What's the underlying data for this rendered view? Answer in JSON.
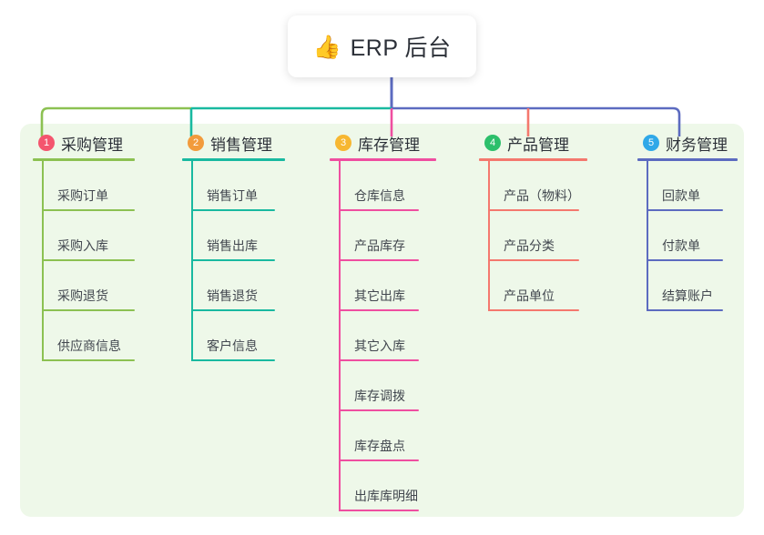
{
  "diagram": {
    "type": "mindmap",
    "root": {
      "icon": "thumbs-up-emoji",
      "icon_glyph": "👍",
      "title": "ERP 后台"
    },
    "canvas": {
      "background": "#ffffff",
      "panel_background": "#eef8e9"
    },
    "root_stem_color": "#5c6bc0",
    "branches": [
      {
        "index": "1",
        "title": "采购管理",
        "badge_color": "#f4556e",
        "line_color": "#8cc152",
        "connector_color": "#8cc152",
        "items": [
          "采购订单",
          "采购入库",
          "采购退货",
          "供应商信息"
        ]
      },
      {
        "index": "2",
        "title": "销售管理",
        "badge_color": "#f29b3c",
        "line_color": "#19b9a0",
        "connector_color": "#19b9a0",
        "items": [
          "销售订单",
          "销售出库",
          "销售退货",
          "客户信息"
        ]
      },
      {
        "index": "3",
        "title": "库存管理",
        "badge_color": "#f7b731",
        "line_color": "#ef4ea0",
        "connector_color": "#ef4ea0",
        "items": [
          "仓库信息",
          "产品库存",
          "其它出库",
          "其它入库",
          "库存调拨",
          "库存盘点",
          "出库库明细"
        ]
      },
      {
        "index": "4",
        "title": "产品管理",
        "badge_color": "#2cbf6b",
        "line_color": "#f4786e",
        "connector_color": "#f4786e",
        "items": [
          "产品（物料）",
          "产品分类",
          "产品单位"
        ]
      },
      {
        "index": "5",
        "title": "财务管理",
        "badge_color": "#2fa8e8",
        "line_color": "#5c6bc0",
        "connector_color": "#5c6bc0",
        "items": [
          "回款单",
          "付款单",
          "结算账户"
        ]
      }
    ]
  }
}
